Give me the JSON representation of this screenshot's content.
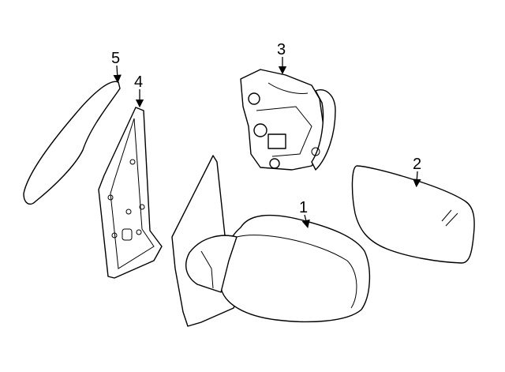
{
  "diagram": {
    "callouts": [
      {
        "number": "1",
        "part": "mirror-assembly"
      },
      {
        "number": "2",
        "part": "mirror-glass"
      },
      {
        "number": "3",
        "part": "mirror-motor"
      },
      {
        "number": "4",
        "part": "mirror-cover"
      },
      {
        "number": "5",
        "part": "seal"
      }
    ]
  }
}
